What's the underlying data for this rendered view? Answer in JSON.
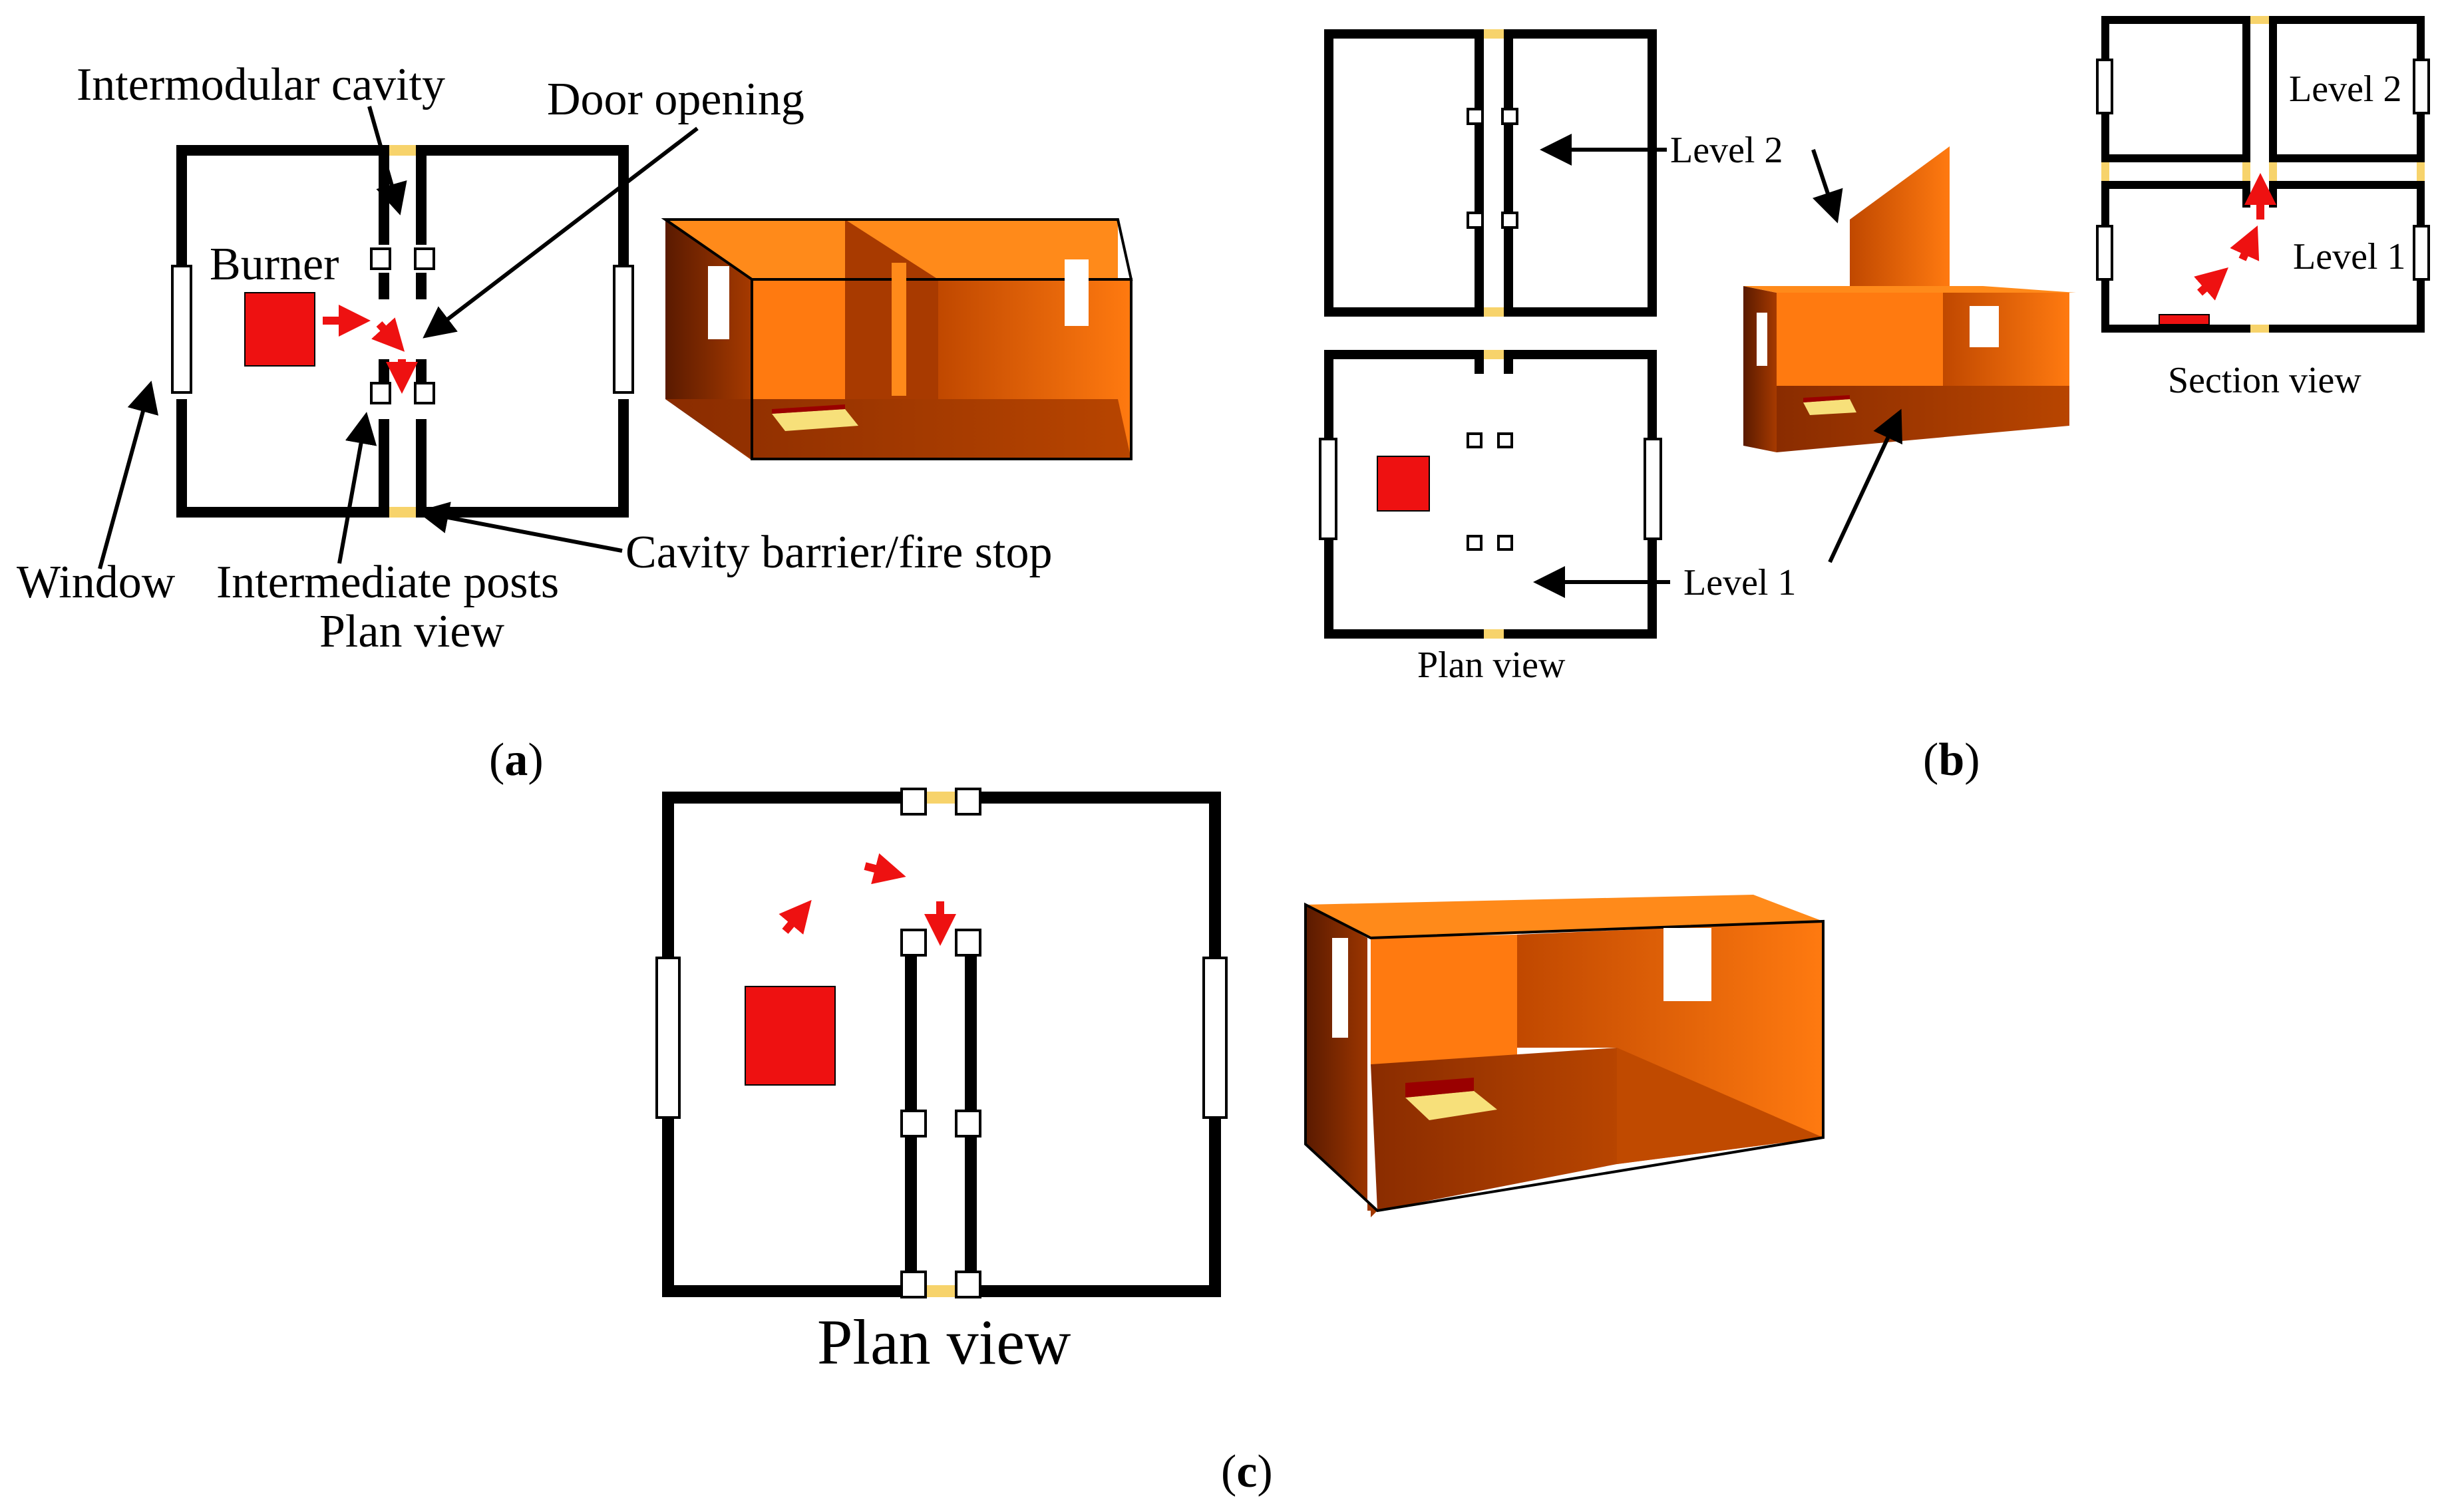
{
  "panel_a": {
    "labels": {
      "intermodular_cavity": "Intermodular cavity",
      "door_opening": "Door opening",
      "burner": "Burner",
      "window": "Window",
      "intermediate_posts": "Intermediate posts",
      "plan_view": "Plan view",
      "cavity_barrier": "Cavity barrier/fire stop"
    },
    "caption": {
      "open": "(",
      "letter": "a",
      "close": ")"
    }
  },
  "panel_b": {
    "labels": {
      "level2_plan": "Level 2",
      "level1_plan": "Level 1",
      "plan_view": "Plan view",
      "section_level2": "Level 2",
      "section_level1": "Level 1",
      "section_view": "Section view"
    },
    "caption": {
      "open": "(",
      "letter": "b",
      "close": ")"
    }
  },
  "panel_c": {
    "labels": {
      "plan_view": "Plan view"
    },
    "caption": {
      "open": "(",
      "letter": "c",
      "close": ")"
    }
  },
  "colors": {
    "wall": "#000000",
    "cavity_barrier": "#f7d36b",
    "burner": "#ee1111",
    "model_orange_light": "#ff7a10",
    "model_orange_dark": "#8a2c00"
  },
  "icons": [
    "red-flow-arrow",
    "black-leader-arrow",
    "burner-square",
    "window-rect",
    "post-square"
  ]
}
